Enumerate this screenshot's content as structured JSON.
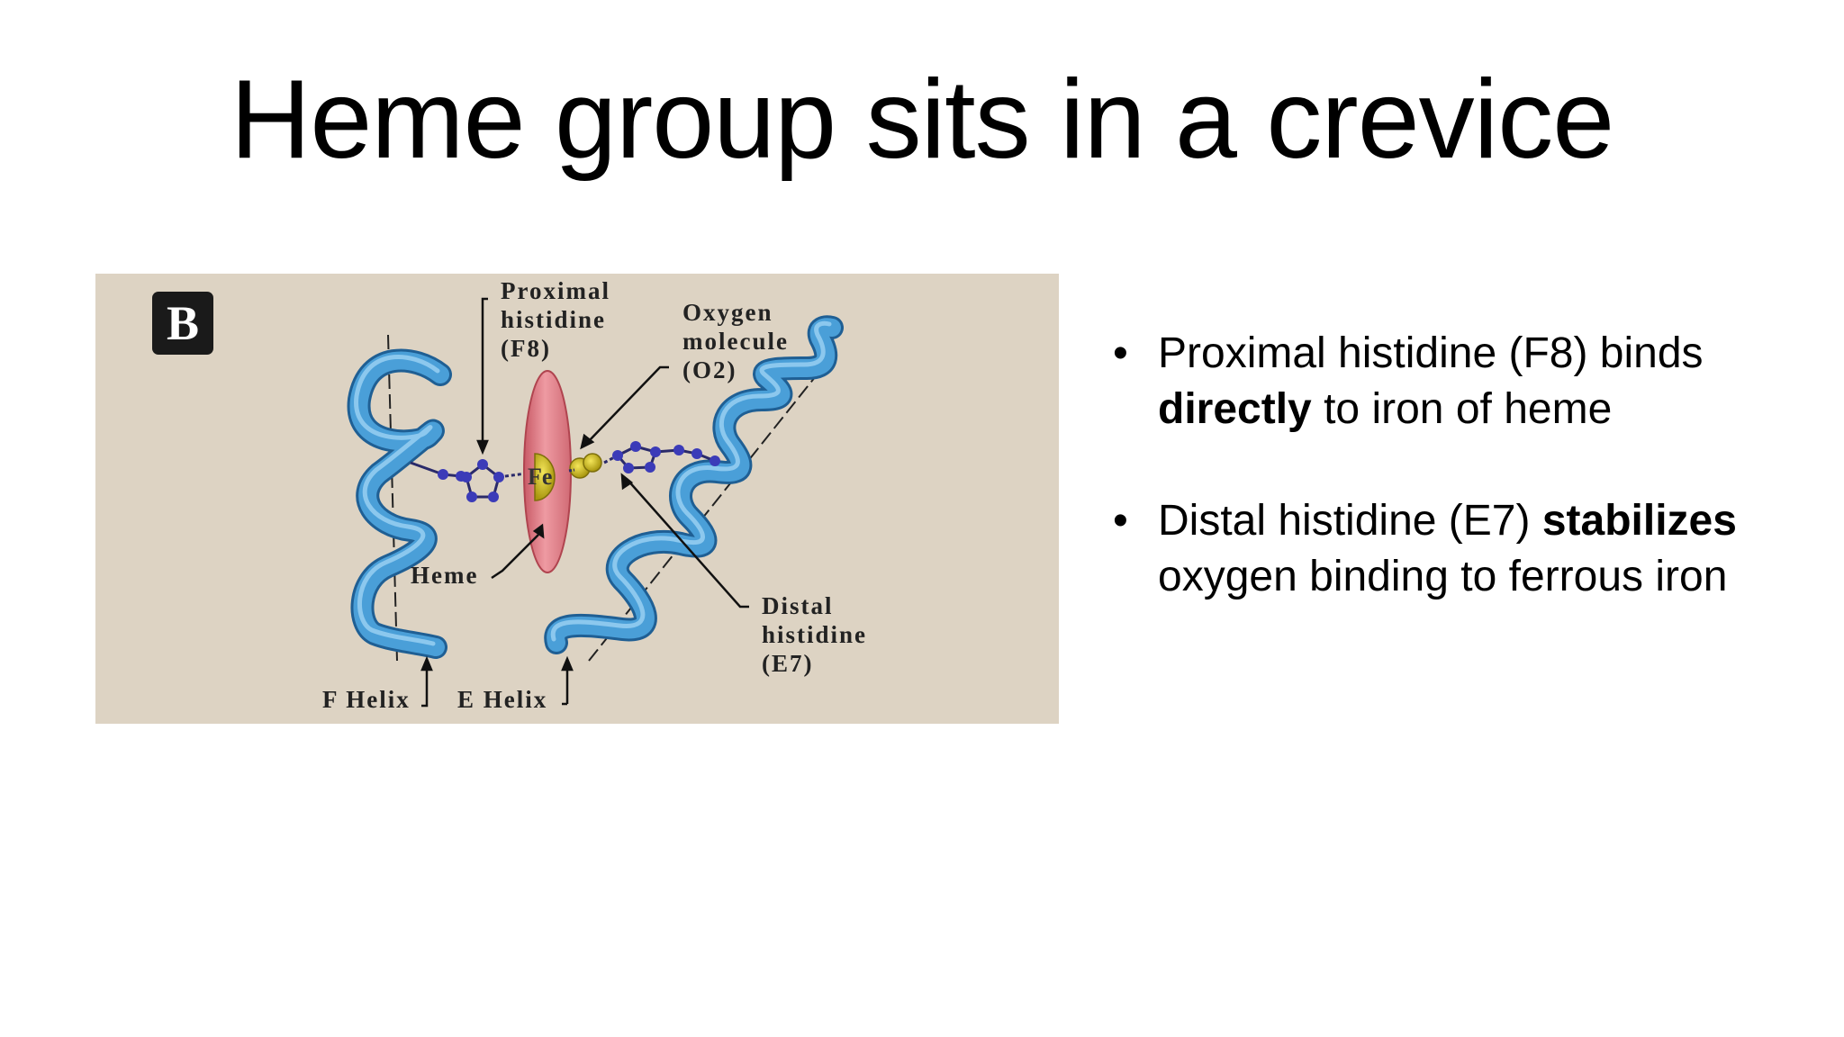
{
  "slide": {
    "title": "Heme group sits in a crevice"
  },
  "figure": {
    "panel_letter": "B",
    "labels": {
      "proximal": [
        "Proximal",
        "histidine",
        "(F8)"
      ],
      "oxygen": [
        "Oxygen",
        "molecule",
        "(O2)"
      ],
      "fe": "Fe",
      "heme": "Heme",
      "distal": [
        "Distal",
        "histidine",
        "(E7)"
      ],
      "f_helix": "F Helix",
      "e_helix": "E Helix"
    },
    "colors": {
      "background": "#ddd3c3",
      "helix": "#4a9fd8",
      "heme_disk": "#e8868f",
      "iron": "#c8b61a",
      "atoms": "#3b3bb8"
    }
  },
  "bullets": [
    {
      "segments": [
        {
          "text": "Proximal histidine (F8) binds ",
          "bold": false
        },
        {
          "text": "directly",
          "bold": true
        },
        {
          "text": " to iron of heme",
          "bold": false
        }
      ]
    },
    {
      "segments": [
        {
          "text": "Distal histidine (E7) ",
          "bold": false
        },
        {
          "text": "stabilizes",
          "bold": true
        },
        {
          "text": " oxygen binding to ferrous iron",
          "bold": false
        }
      ]
    }
  ]
}
